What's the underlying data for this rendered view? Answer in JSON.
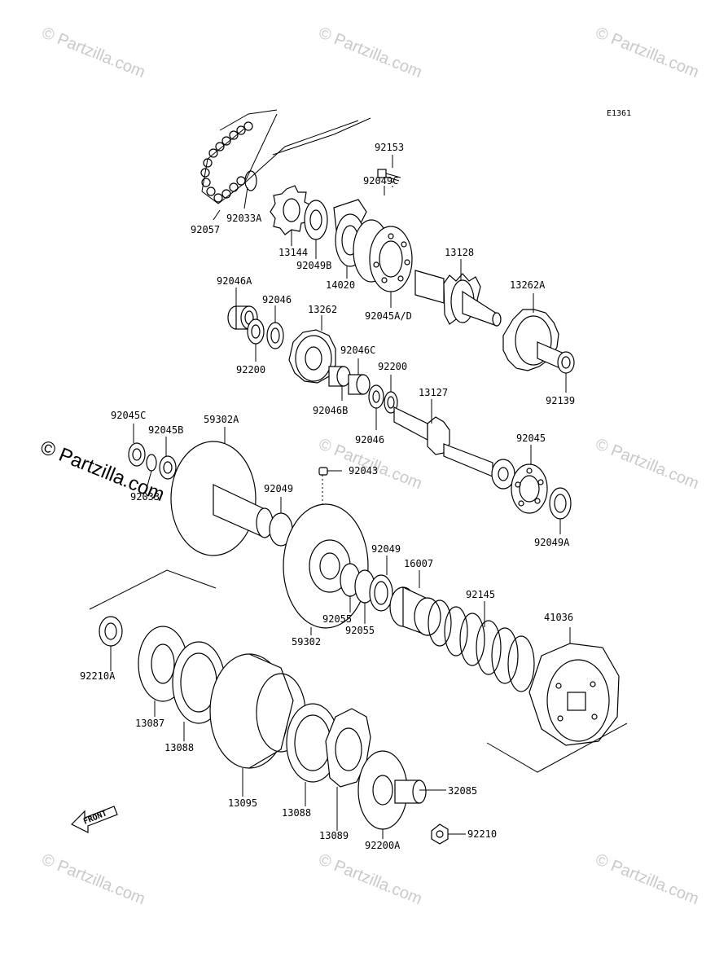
{
  "diagram_code": "E1361",
  "watermark_text": "© Partzilla.com",
  "front_label": "FRONT",
  "parts": {
    "p92153": "92153",
    "p92057": "92057",
    "p92033A": "92033A",
    "p13144": "13144",
    "p92049B": "92049B",
    "p92049C": "92049C",
    "p14020": "14020",
    "p92045AD": "92045A/D",
    "p13128": "13128",
    "p13262A": "13262A",
    "p92139": "92139",
    "p92046A": "92046A",
    "p92046": "92046",
    "p13262": "13262",
    "p92200": "92200",
    "p92046C": "92046C",
    "p92200b": "92200",
    "p92046B": "92046B",
    "p92046b": "92046",
    "p13127": "13127",
    "p92045C": "92045C",
    "p92045B": "92045B",
    "p59302A": "59302A",
    "p92033": "92033",
    "p92045": "92045",
    "p92043": "92043",
    "p92049": "92049",
    "p92049A": "92049A",
    "p92049b": "92049",
    "p16007": "16007",
    "p92145": "92145",
    "p92055": "92055",
    "p92055b": "92055",
    "p59302": "59302",
    "p41036": "41036",
    "p92210A": "92210A",
    "p13087": "13087",
    "p13088": "13088",
    "p13095": "13095",
    "p13088b": "13088",
    "p13089": "13089",
    "p92200A": "92200A",
    "p32085": "32085",
    "p92210": "92210"
  }
}
